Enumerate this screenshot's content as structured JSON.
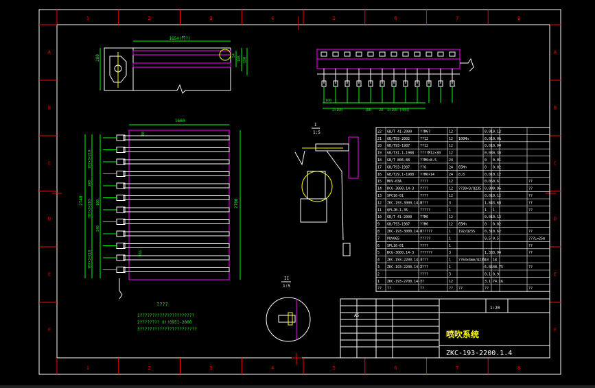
{
  "colors": {
    "background": "#000000",
    "frame": "#ffffff",
    "dimension": "#00ff00",
    "magenta": "#ff00ff",
    "yellow": "#ffff00",
    "red": "#ff0000",
    "cyan": "#00ffff",
    "title": "#ffff00"
  },
  "grid": {
    "top_numbers": [
      "1",
      "2",
      "3",
      "4",
      "5",
      "6",
      "7",
      "8"
    ],
    "side_letters": [
      "A",
      "B",
      "C",
      "D",
      "E",
      "F"
    ]
  },
  "top_view": {
    "length_dim": "1654(門?)",
    "height_dim": "280",
    "right_dims": [
      "54",
      "145",
      "150"
    ]
  },
  "front_view": {
    "width_dim": "1660",
    "side_dim": "80",
    "total_height": "2740",
    "right_height": "2760",
    "left_dims": [
      "70?×3=210",
      "240",
      "70?×3=210",
      "240",
      "70?×3=210"
    ],
    "segment_dims": [
      "100",
      "165"
    ]
  },
  "manifold_view": {
    "dims": [
      "100",
      "2×100",
      "100",
      "20",
      "3×100 (400)"
    ]
  },
  "detail_labels": {
    "section_i": "I",
    "section_i_scale": "1:5",
    "section_ii": "II",
    "section_ii_scale": "1:5"
  },
  "notes": {
    "heading": "????",
    "line1": "1??????????????????????",
    "line2": "2???????? 8!!0951-2000",
    "line3": "3???????????????????????"
  },
  "bom": [
    {
      "no": "22",
      "code": "GB/T 41-2000",
      "name": "??M6?",
      "qty": "12",
      "spec": "",
      "w1": "0.01",
      "w2": "0.12",
      "note": ""
    },
    {
      "no": "21",
      "code": "GB/T93-2002",
      "name": "??12",
      "qty": "12",
      "spec": "100Mn",
      "w1": "0.01",
      "w2": "0.06",
      "note": ""
    },
    {
      "no": "20",
      "code": "GB/T93-1987",
      "name": "??12",
      "qty": "12",
      "spec": "",
      "w1": "0.01",
      "w2": "0.04",
      "note": ""
    },
    {
      "no": "19",
      "code": "GB/T31.1-1988",
      "name": "????M12×30",
      "qty": "12",
      "spec": "",
      "w1": "0.03",
      "w2": "0.38",
      "note": ""
    },
    {
      "no": "18",
      "code": "GB/T 806-88",
      "name": "??M6×8.5",
      "qty": "24",
      "spec": "",
      "w1": "0",
      "w2": "0.01",
      "note": ""
    },
    {
      "no": "17",
      "code": "GB/T93-1987",
      "name": "??6",
      "qty": "24",
      "spec": "65Mn",
      "w1": "0",
      "w2": "0.02",
      "note": ""
    },
    {
      "no": "16",
      "code": "GB/T29.1-1988",
      "name": "??M6×14",
      "qty": "24",
      "spec": "8.8",
      "w1": "0.01",
      "w2": "0.12",
      "note": ""
    },
    {
      "no": "15",
      "code": "MDV-03A",
      "name": "????",
      "qty": "12",
      "spec": "",
      "w1": "0.05",
      "w2": "0.6",
      "note": "??"
    },
    {
      "no": "14",
      "code": "RCG-3000.14-3",
      "name": "????",
      "qty": "12",
      "spec": "??30×3/Q235",
      "w1": "0.08",
      "w2": "0.96",
      "note": "??"
    },
    {
      "no": "13",
      "code": "SPC16-01",
      "name": "????",
      "qty": "12",
      "spec": "",
      "w1": "0.01",
      "w2": "0.12",
      "note": "??"
    },
    {
      "no": "12",
      "code": "ZKC-193-3000.14-8",
      "name": "????",
      "qty": "3",
      "spec": "",
      "w1": "1.84",
      "w2": "3.68",
      "note": "??"
    },
    {
      "no": "11",
      "code": "QFLJB-1.35",
      "name": "?????",
      "qty": "1",
      "spec": "",
      "w1": "1",
      "w2": "1",
      "note": "??"
    },
    {
      "no": "10",
      "code": "GB/T 41-2000",
      "name": "??M6",
      "qty": "12",
      "spec": "",
      "w1": "0.01",
      "w2": "0.12",
      "note": ""
    },
    {
      "no": "9",
      "code": "GB/T93-1987",
      "name": "??M6",
      "qty": "12",
      "spec": "65Mn",
      "w1": "0",
      "w2": "0.02",
      "note": ""
    },
    {
      "no": "8",
      "code": "ZKC-193-3000.14-8",
      "name": "??????",
      "qty": "1",
      "spec": "192/Q235",
      "w1": "0.31",
      "w2": "0.62",
      "note": "??"
    },
    {
      "no": "7",
      "code": "PUV065",
      "name": "?????",
      "qty": "1",
      "spec": "",
      "w1": "0.5",
      "w2": "0.5",
      "note": "???L=25m"
    },
    {
      "no": "6",
      "code": "SPL16-01",
      "name": "????",
      "qty": "1",
      "spec": "",
      "w1": "",
      "w2": "",
      "note": "??"
    },
    {
      "no": "5",
      "code": "RCG-3000.14-3",
      "name": "??????",
      "qty": "3",
      "spec": "",
      "w1": "1.33",
      "w2": "3.94",
      "note": "??"
    },
    {
      "no": "4",
      "code": "ZKC-193-2200.14-3",
      "name": "????",
      "qty": "1",
      "spec": "??63x4mm/Q235",
      "w1": "10",
      "w2": "18",
      "note": ""
    },
    {
      "no": "3",
      "code": "ZKC-193-2200.14-2",
      "name": "????",
      "qty": "1",
      "spec": "",
      "w1": "6.85",
      "w2": "48.75",
      "note": "??"
    },
    {
      "no": "2",
      "code": "",
      "name": "????",
      "qty": "3",
      "spec": "",
      "w1": "0.1",
      "w2": "0.9",
      "note": ""
    },
    {
      "no": "1",
      "code": "ZKC-193-2700.14-1",
      "name": "??",
      "qty": "12",
      "spec": "",
      "w1": "3.1",
      "w2": "74.16",
      "note": ""
    }
  ],
  "bom_header": {
    "no": "??",
    "code": "??",
    "name": "??",
    "qty": "??",
    "spec": "??",
    "w": "??",
    "note": "??"
  },
  "title_block": {
    "scale": "1:20",
    "sheet": "A5",
    "drawing_title": "喷吹系统",
    "drawing_number": "ZKC-193-2200.1.4"
  }
}
